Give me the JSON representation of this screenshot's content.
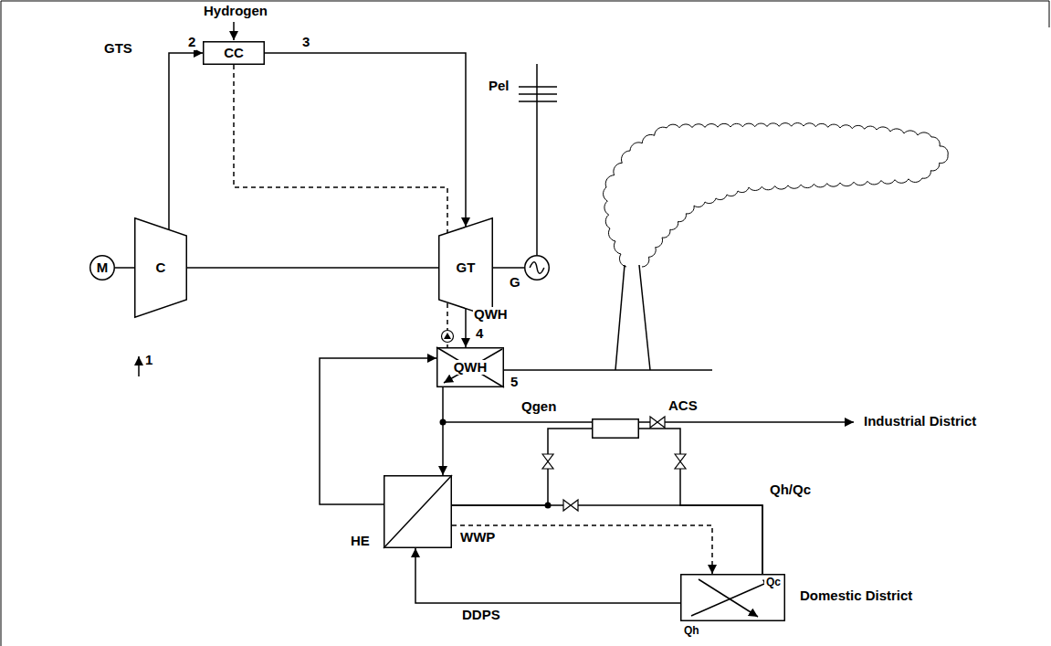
{
  "diagram": {
    "nodes": [
      {
        "text": [
          "CC"
        ]
      },
      {
        "text": [
          "C"
        ]
      },
      {
        "text": [
          "GT"
        ]
      },
      {
        "text": [
          "M"
        ]
      },
      {
        "text": [
          "G"
        ]
      },
      {
        "text": [
          "QWH"
        ]
      },
      {
        "text": [
          "HE"
        ]
      },
      {
        "text": [
          "ACS"
        ]
      },
      {
        "text": [
          "Domestic District",
          "Qc",
          "Qh"
        ]
      }
    ],
    "edges": [
      {
        "from": 1,
        "to": 0,
        "arrow": "to",
        "label": "2"
      },
      {
        "from": 0,
        "to": 2,
        "arrow": "to",
        "label": "3"
      },
      {
        "from": 3,
        "to": 1,
        "arrow": "none"
      },
      {
        "from": 1,
        "to": 2,
        "arrow": "none"
      },
      {
        "from": 2,
        "to": 4,
        "arrow": "none"
      },
      {
        "from": 2,
        "to": 5,
        "arrow": "to"
      },
      {
        "from": 0,
        "to": 5,
        "arrow": "none"
      },
      {
        "from": 5,
        "to": 6,
        "arrow": "to"
      },
      {
        "from": 6,
        "to": 5,
        "arrow": "to"
      },
      {
        "from": 6,
        "to": 8,
        "arrow": "none"
      },
      {
        "from": 6,
        "to": 7,
        "arrow": "none"
      },
      {
        "from": 7,
        "to": 8,
        "arrow": "none"
      },
      {
        "from": 8,
        "to": 6,
        "arrow": "to",
        "label": "DDPS"
      },
      {
        "from": 6,
        "to": 8,
        "arrow": "to",
        "label": "WWP"
      }
    ],
    "labels": [
      "GTS",
      "Hydrogen",
      "Pel",
      "1",
      "QWH",
      "4",
      "5",
      "Industrial District",
      "Qgen",
      "Qh/Qc"
    ]
  }
}
